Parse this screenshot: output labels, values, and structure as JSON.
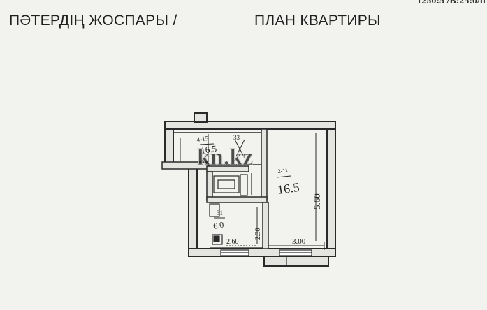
{
  "header": {
    "title_kz": "ПӘТЕРДІҢ ЖОСПАРЫ /",
    "title_ru": "ПЛАН КВАРТИРЫ",
    "doc_code": "1250:5 /В:25:0/п"
  },
  "watermark": "kn.kz",
  "rooms": {
    "balcony": {
      "area": "16.5"
    },
    "living": {
      "area": "16.5",
      "dim_length": "5.60",
      "dim_width": "3.00"
    },
    "kitchen": {
      "area": "6.0",
      "dim_width": "2.60",
      "dim_length": "2.30"
    }
  }
}
